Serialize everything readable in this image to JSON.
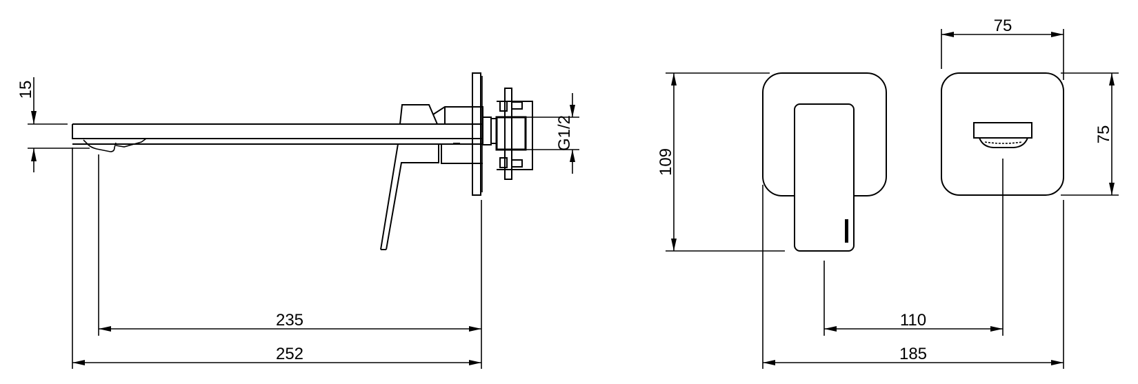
{
  "drawing": {
    "subject": "wall-mounted basin mixer technical drawing",
    "units": "mm",
    "line_color": "#000000",
    "background": "#ffffff",
    "views": [
      {
        "name": "side-view",
        "dimensions": {
          "spout_thickness": "15",
          "spout_projection": "235",
          "total_depth": "252",
          "thread": "G1/2"
        }
      },
      {
        "name": "front-view-lever-plate",
        "dimensions": {
          "height": "109",
          "total_width": "185",
          "centre_distance": "110"
        }
      },
      {
        "name": "front-view-spout-plate",
        "dimensions": {
          "width": "75",
          "height": "75"
        }
      }
    ]
  },
  "labels": {
    "dim_15": "15",
    "dim_g12": "G1/2",
    "dim_235": "235",
    "dim_252": "252",
    "dim_109": "109",
    "dim_75_top": "75",
    "dim_75_side": "75",
    "dim_110": "110",
    "dim_185": "185"
  }
}
